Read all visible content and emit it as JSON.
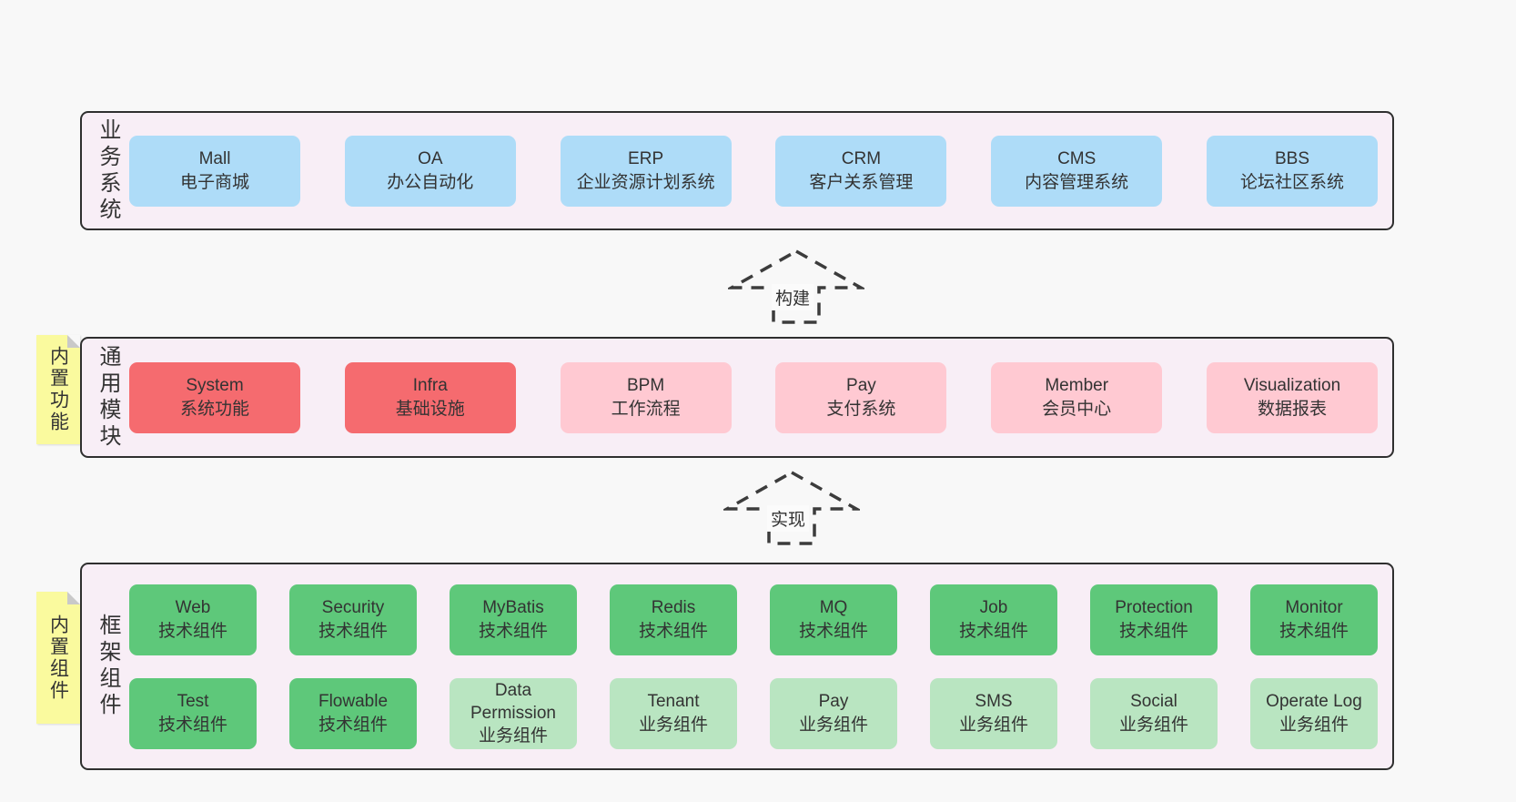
{
  "page": {
    "background": "#f8f8f8"
  },
  "colors": {
    "layer_bg": "#f8eef6",
    "layer_border": "#2f2f2f",
    "blue": "#aedcf8",
    "red": "#f56b6f",
    "pink": "#ffc9d2",
    "green": "#5ec87a",
    "light_green": "#b9e5c1",
    "note_bg": "#fafa9e",
    "note_fold": "#c9c9c9",
    "arrow_stroke": "#3c3c3c",
    "text": "#333333"
  },
  "arrows": [
    {
      "label": "构建"
    },
    {
      "label": "实现"
    }
  ],
  "layers": {
    "business": {
      "label": "业务系统",
      "boxes": [
        {
          "name": "Mall",
          "desc": "电子商城",
          "variant": "blue"
        },
        {
          "name": "OA",
          "desc": "办公自动化",
          "variant": "blue"
        },
        {
          "name": "ERP",
          "desc": "企业资源计划系统",
          "variant": "blue"
        },
        {
          "name": "CRM",
          "desc": "客户关系管理",
          "variant": "blue"
        },
        {
          "name": "CMS",
          "desc": "内容管理系统",
          "variant": "blue"
        },
        {
          "name": "BBS",
          "desc": "论坛社区系统",
          "variant": "blue"
        }
      ]
    },
    "modules": {
      "label": "通用模块",
      "note": "内置功能",
      "boxes": [
        {
          "name": "System",
          "desc": "系统功能",
          "variant": "red"
        },
        {
          "name": "Infra",
          "desc": "基础设施",
          "variant": "red"
        },
        {
          "name": "BPM",
          "desc": "工作流程",
          "variant": "pink"
        },
        {
          "name": "Pay",
          "desc": "支付系统",
          "variant": "pink"
        },
        {
          "name": "Member",
          "desc": "会员中心",
          "variant": "pink"
        },
        {
          "name": "Visualization",
          "desc": "数据报表",
          "variant": "pink"
        }
      ]
    },
    "components": {
      "label": "框架组件",
      "note": "内置组件",
      "rows": [
        [
          {
            "name": "Web",
            "desc": "技术组件",
            "variant": "green"
          },
          {
            "name": "Security",
            "desc": "技术组件",
            "variant": "green"
          },
          {
            "name": "MyBatis",
            "desc": "技术组件",
            "variant": "green"
          },
          {
            "name": "Redis",
            "desc": "技术组件",
            "variant": "green"
          },
          {
            "name": "MQ",
            "desc": "技术组件",
            "variant": "green"
          },
          {
            "name": "Job",
            "desc": "技术组件",
            "variant": "green"
          },
          {
            "name": "Protection",
            "desc": "技术组件",
            "variant": "green"
          },
          {
            "name": "Monitor",
            "desc": "技术组件",
            "variant": "green"
          }
        ],
        [
          {
            "name": "Test",
            "desc": "技术组件",
            "variant": "green"
          },
          {
            "name": "Flowable",
            "desc": "技术组件",
            "variant": "green"
          },
          {
            "name": "Data Permission",
            "desc": "业务组件",
            "variant": "light-green"
          },
          {
            "name": "Tenant",
            "desc": "业务组件",
            "variant": "light-green"
          },
          {
            "name": "Pay",
            "desc": "业务组件",
            "variant": "light-green"
          },
          {
            "name": "SMS",
            "desc": "业务组件",
            "variant": "light-green"
          },
          {
            "name": "Social",
            "desc": "业务组件",
            "variant": "light-green"
          },
          {
            "name": "Operate Log",
            "desc": "业务组件",
            "variant": "light-green"
          }
        ]
      ]
    }
  }
}
